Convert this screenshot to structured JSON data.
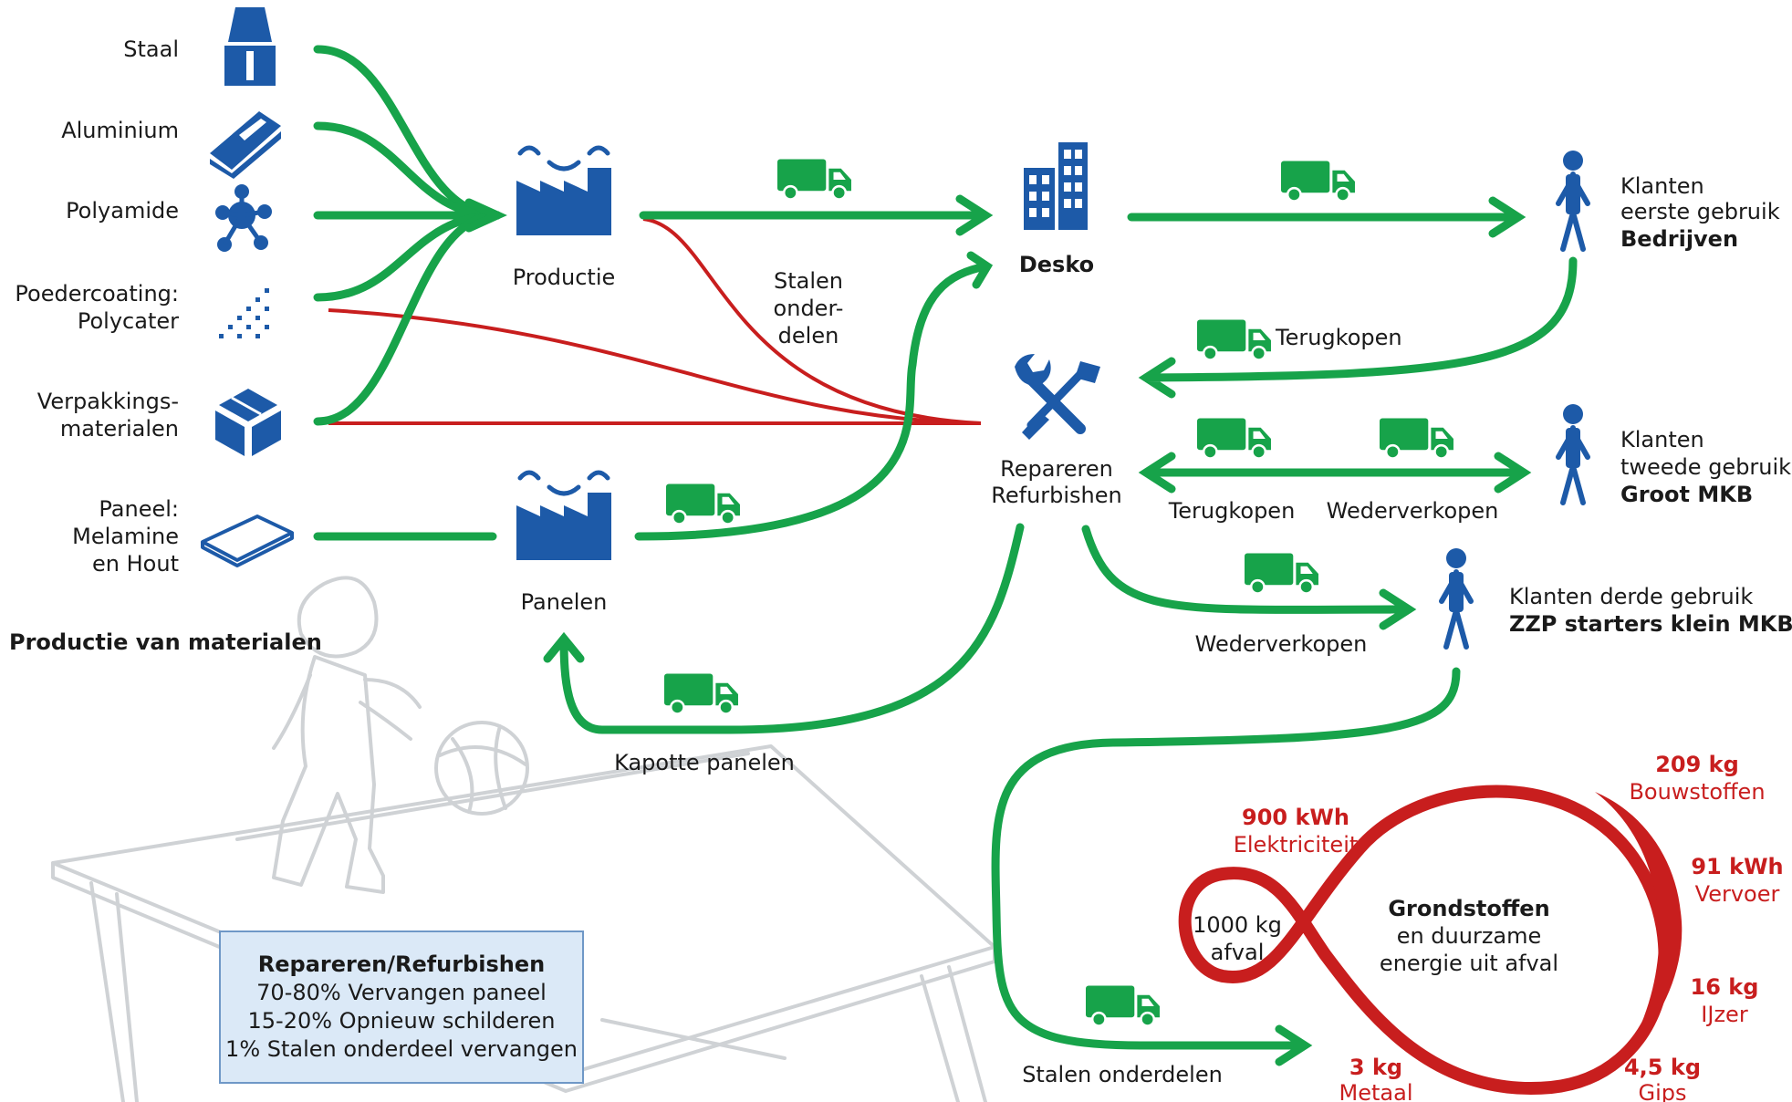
{
  "materials": {
    "staal": "Staal",
    "aluminium": "Aluminium",
    "polyamide": "Polyamide",
    "poeder_1": "Poedercoating:",
    "poeder_2": "Polycater",
    "verpak_1": "Verpakkings-",
    "verpak_2": "materialen",
    "paneel_1": "Paneel:",
    "paneel_2": "Melamine",
    "paneel_3": "en Hout",
    "section_label": "Productie van materialen"
  },
  "nodes": {
    "productie": "Productie",
    "panelen": "Panelen",
    "desko": "Desko",
    "repareren_1": "Repareren",
    "repareren_2": "Refurbishen"
  },
  "flows": {
    "stalen_1": "Stalen",
    "stalen_2": "onder-",
    "stalen_3": "delen",
    "terugkopen_top": "Terugkopen",
    "terugkopen_mid": "Terugkopen",
    "wederverkopen_mid": "Wederverkopen",
    "wederverkopen_low": "Wederverkopen",
    "kapotte_panelen": "Kapotte panelen",
    "stalen_onderdelen": "Stalen onderdelen"
  },
  "customers": {
    "first_1": "Klanten",
    "first_2": "eerste gebruik",
    "first_3": "Bedrijven",
    "second_1": "Klanten",
    "second_2": "tweede gebruik",
    "second_3": "Groot MKB",
    "third_1": "Klanten derde gebruik",
    "third_2": "ZZP starters klein MKB"
  },
  "infinity": {
    "waste_1": "1000 kg",
    "waste_2": "afval",
    "center_1": "Grondstoffen",
    "center_2": "en duurzame",
    "center_3": "energie uit afval"
  },
  "outputs": [
    {
      "value": "900 kWh",
      "label": "Elektriciteit"
    },
    {
      "value": "209 kg",
      "label": "Bouwstoffen"
    },
    {
      "value": "91 kWh",
      "label": "Vervoer"
    },
    {
      "value": "16 kg",
      "label": "IJzer"
    },
    {
      "value": "4,5 kg",
      "label": "Gips"
    },
    {
      "value": "3 kg",
      "label": "Metaal"
    }
  ],
  "infobox": {
    "title": "Repareren/Refurbishen",
    "line1": "70-80% Vervangen paneel",
    "line2": "15-20% Opnieuw schilderen",
    "line3": "1% Stalen onderdeel vervangen"
  },
  "icons": {
    "steel": "steel-beam-icon",
    "aluminium": "aluminium-bar-icon",
    "polyamide": "molecule-icon",
    "powder": "powder-dots-icon",
    "packaging": "box-icon",
    "panel": "panel-sheet-icon",
    "factory": "factory-icon",
    "building": "building-icon",
    "tools": "tools-icon",
    "truck": "truck-icon",
    "person": "person-icon"
  },
  "colors": {
    "flow_green": "#17a34a",
    "flow_red": "#c81e1e",
    "icon_blue": "#1d5aa8",
    "infobox_bg": "#dbe9f7"
  }
}
